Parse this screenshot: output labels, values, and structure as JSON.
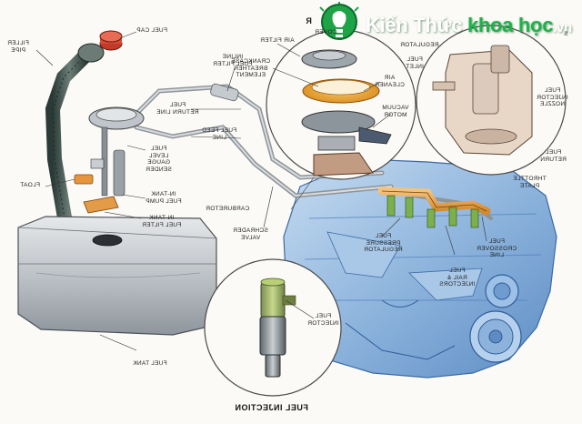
{
  "title": "FUEL INJECTION",
  "brand": {
    "part1": "Kiến Thức ",
    "part2": "khoa học",
    "tld": ".vn"
  },
  "labels": {
    "fuel_cap": "FUEL CAP",
    "filler_pipe": "FILLER\nPIPE",
    "inline_fuel_filter": "INLINE\nFUEL FILTER",
    "air_filter": "AIR FILTER",
    "cover": "COVER",
    "crankcase_breather": "CRANKCASE\nBREATHER\nELEMENT",
    "air_cleaner": "AIR\nCLEANER",
    "vacuum_motor": "VACUUM\nMOTOR",
    "fuel_return_line": "FUEL\nRETURN LINE",
    "fuel_feed_line": "FUEL FEED\nLINE",
    "fuel_level_gauge_sender": "FUEL\nLEVEL\nGAUGE\nSENDER",
    "float": "FLOAT",
    "in_tank_fuel_pump": "IN-TANK\nFUEL PUMP",
    "in_tank_fuel_filter": "IN-TANK\nFUEL FILTER",
    "carburetor": "CARBURETOR",
    "schrader_valve": "SCHRADER\nVALVE",
    "fuel_pressure_regulator": "FUEL\nPRESSURE\nREGULATOR",
    "fuel_rail_injectors": "FUEL\nRAIL &\nINJECTORS",
    "fuel_crossover_line": "FUEL\nCROSSOVER\nLINE",
    "fuel_injector": "FUEL\nINJECTOR",
    "fuel_tank": "FUEL TANK",
    "fuel_inlet": "FUEL\nINLET",
    "regulator": "REGULATOR",
    "fuel_injector_nozzle": "FUEL\nINJECTOR\nNOZZLE",
    "fuel_return": "FUEL\nRETURN",
    "throttle_plate": "THROTTLE\nPLATE",
    "cut_top_r": "R",
    "cut_top_s": "S"
  }
}
